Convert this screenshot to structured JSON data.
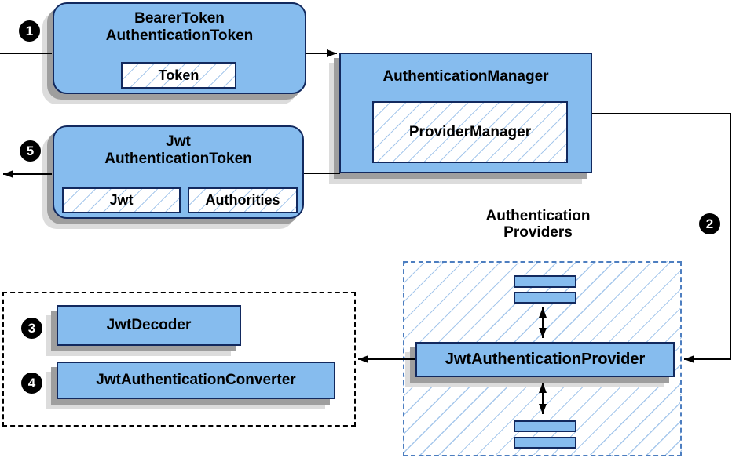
{
  "colors": {
    "node_fill": "#86BCEE",
    "node_border": "#12295E",
    "hatch_line": "#A7C8EC",
    "providers_border": "#4D7EC0",
    "group_border": "#000000",
    "shadow_dark": "#9E9E9E",
    "shadow_light": "#DCDCDC",
    "connector": "#000000",
    "badge_bg": "#000000",
    "badge_fg": "#FFFFFF",
    "canvas_bg": "#FFFFFF"
  },
  "steps": [
    "1",
    "2",
    "3",
    "4",
    "5"
  ],
  "nodes": {
    "bearer_token": {
      "title_line1": "BearerToken",
      "title_line2": "AuthenticationToken",
      "field_token": "Token"
    },
    "authentication_manager": {
      "title": "AuthenticationManager",
      "implementation": "ProviderManager"
    },
    "jwt_authentication_token": {
      "title_line1": "Jwt",
      "title_line2": "AuthenticationToken",
      "field_jwt": "Jwt",
      "field_authorities": "Authorities"
    },
    "providers_group": {
      "label_line1": "Authentication",
      "label_line2": "Providers"
    },
    "jwt_authentication_provider": {
      "title": "JwtAuthenticationProvider"
    },
    "jwt_decoder": {
      "title": "JwtDecoder"
    },
    "jwt_authentication_converter": {
      "title": "JwtAuthenticationConverter"
    }
  }
}
